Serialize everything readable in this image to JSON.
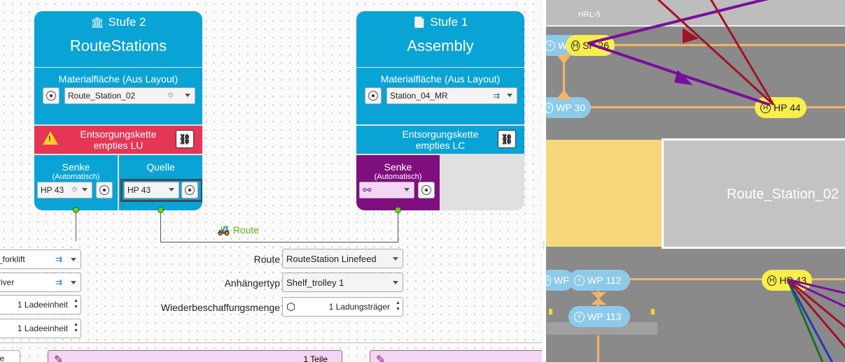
{
  "cards": [
    {
      "stufe": "Stufe 2",
      "title": "RouteStations",
      "material_label": "Materialfläche (Aus Layout)",
      "material_value": "Route_Station_02",
      "chain_line1": "Entsorgungskette",
      "chain_line2": "empties LU",
      "senke_label": "Senke",
      "senke_sub": "(Automatisch)",
      "senke_value": "HP 43",
      "quelle_label": "Quelle",
      "quelle_value": "HP 43"
    },
    {
      "stufe": "Stufe 1",
      "title": "Assembly",
      "material_label": "Materialfläche (Aus Layout)",
      "material_value": "Station_04_MR",
      "chain_line1": "Entsorgungskette",
      "chain_line2": "empties LC",
      "senke_label": "Senke",
      "senke_sub": "(Automatisch)"
    }
  ],
  "route_label": "Route",
  "form": {
    "route_label": "Route",
    "route_value": "RouteStation Linefeed",
    "trailer_label": "Anhängertyp",
    "trailer_value": "Shelf_trolley 1",
    "qty_label": "Wiederbeschaffungsmenge",
    "qty_value": "1 Ladungsträger"
  },
  "left_fields": {
    "forklift": "_forklift",
    "driver": "river",
    "le1": "1 Ladeeinheit",
    "le2": "1 Ladeeinheit",
    "bottom": "le",
    "teile": "1 Teile"
  },
  "map": {
    "hrl": "HRL-5",
    "sp26": "SP 26",
    "wp30": "WP 30",
    "hp44": "HP 44",
    "w_trunc": "W",
    "wf": "WF",
    "wp112": "WP 112",
    "wp113": "WP 113",
    "hp43": "HP 43",
    "area": "Route_Station_02",
    "colors": {
      "purple": "#7a0d9c",
      "darkred": "#a11226",
      "track": "#f2b36b",
      "yellow": "#f9ee4c",
      "blue_pill": "#8dcaea",
      "accent": "#0aa3d6",
      "alert": "#e63656",
      "purple_card": "#7f0f7e"
    }
  }
}
